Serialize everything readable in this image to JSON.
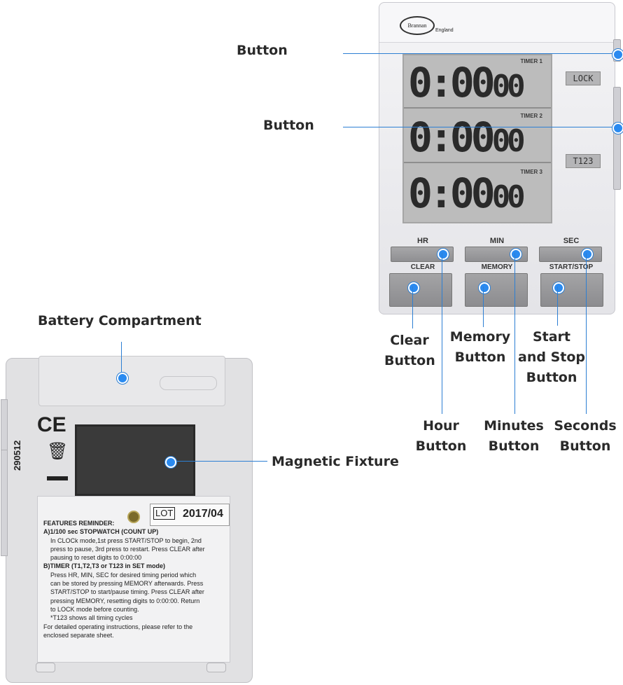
{
  "front_device": {
    "brand": "Brannan",
    "brand_sub": "England",
    "lcd": [
      {
        "label": "TIMER 1",
        "digits": "0:00",
        "small": "00"
      },
      {
        "label": "TIMER 2",
        "digits": "0:00",
        "small": "00"
      },
      {
        "label": "TIMER 3",
        "digits": "0:00",
        "small": "00"
      }
    ],
    "lock_tag": "LOCK",
    "t123_tag": "T123",
    "keys_top": [
      "HR",
      "MIN",
      "SEC"
    ],
    "keys_bottom": [
      "CLEAR",
      "MEMORY",
      "START/STOP"
    ]
  },
  "back_device": {
    "ce_mark": "CE",
    "code": "290512",
    "lot": "LOT",
    "lot_date": "2017/04",
    "features_title": "FEATURES REMINDER:",
    "section_a_title": "A)1/100 sec STOPWATCH (COUNT UP)",
    "section_a_lines": [
      "In CLOCk mode,1st press START/STOP to begin, 2nd",
      "press to pause, 3rd press to restart. Press CLEAR after",
      "pausing to reset digits to 0:00:00"
    ],
    "section_b_title": "B)TIMER (T1,T2,T3 or T123 in SET mode)",
    "section_b_lines": [
      "Press HR, MIN, SEC for desired timing period which",
      "can be stored by pressing MEMORY afterwards. Press",
      "START/STOP to start/pause timing. Press CLEAR after",
      "pressing MEMORY, resetting digits to 0:00:00. Return",
      "to LOCK mode before counting.",
      "*T123 shows all timing cycles"
    ],
    "closing_lines": [
      "For detailed operating instructions, please refer to the",
      "enclosed separate sheet."
    ]
  },
  "callouts": {
    "button_1": "Button",
    "button_2": "Button",
    "battery": "Battery Compartment",
    "magnetic": "Magnetic Fixture",
    "clear": [
      "Clear",
      "Button"
    ],
    "memory": [
      "Memory",
      "Button"
    ],
    "startstop": [
      "Start",
      "and Stop",
      "Button"
    ],
    "hour": [
      "Hour",
      "Button"
    ],
    "minutes": [
      "Minutes",
      "Button"
    ],
    "seconds": [
      "Seconds",
      "Button"
    ]
  }
}
